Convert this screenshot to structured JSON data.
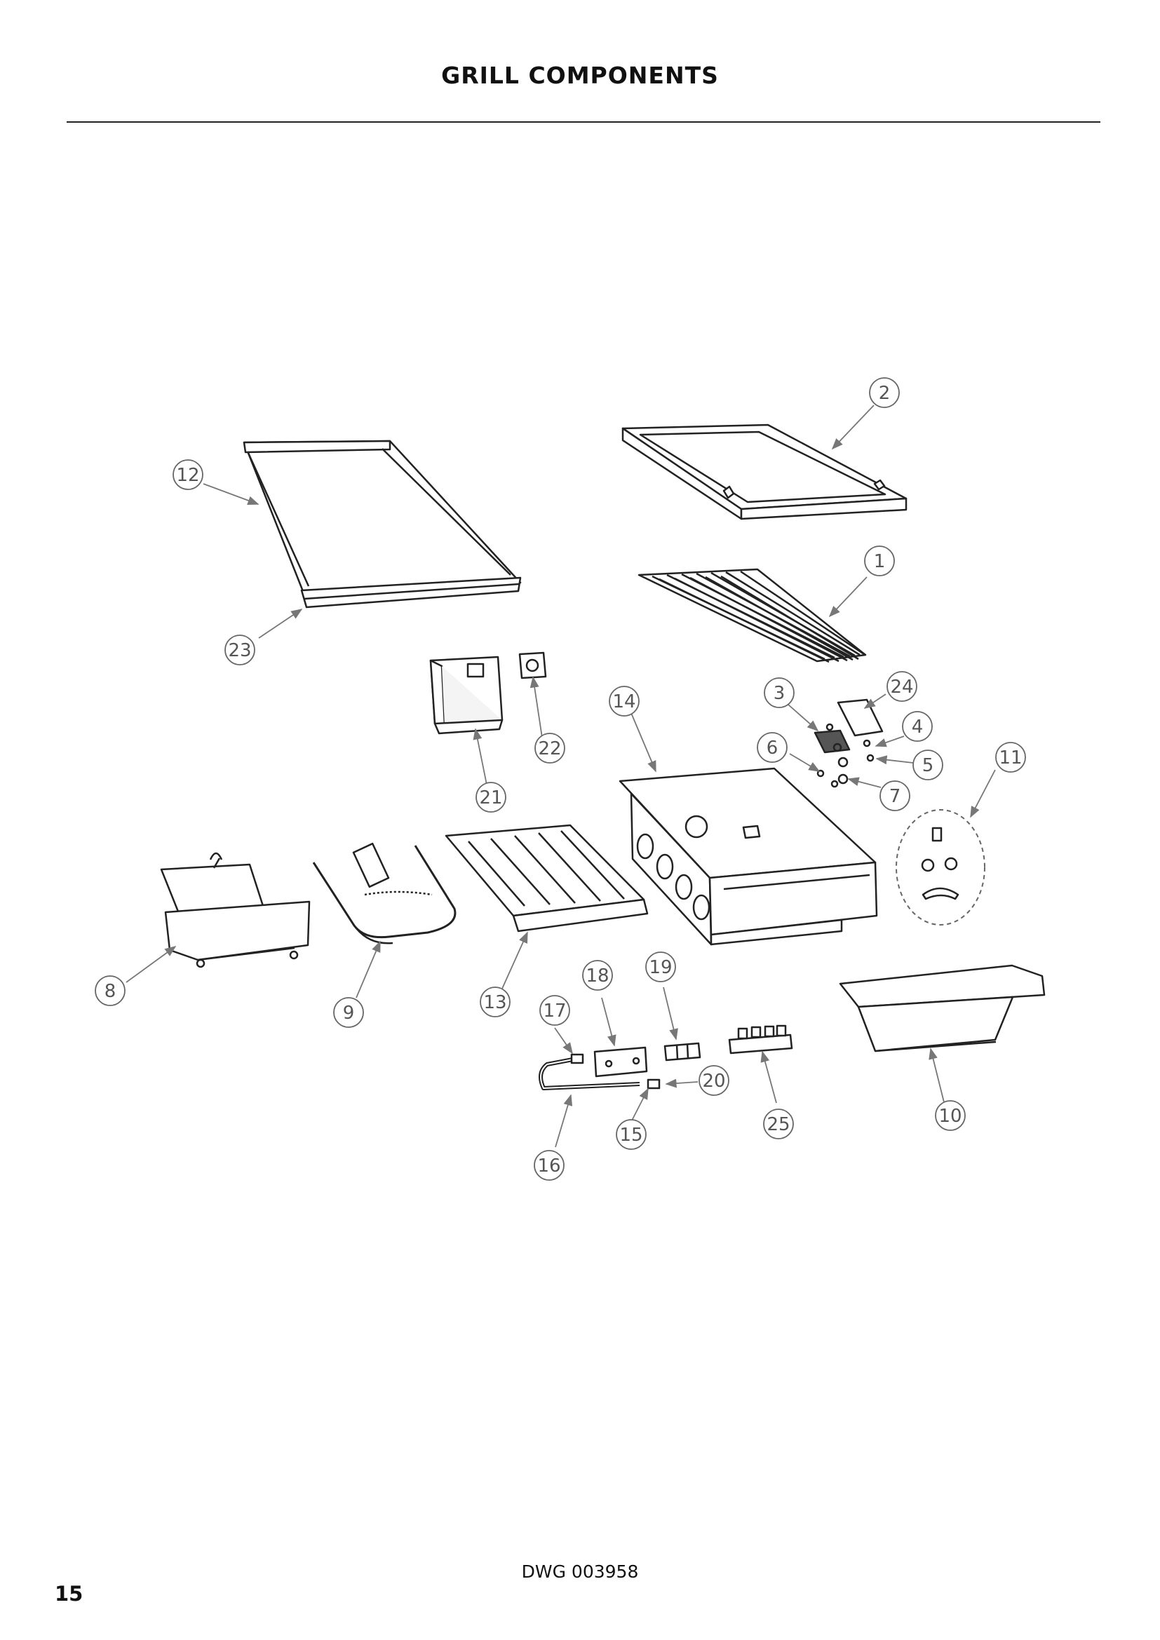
{
  "header": {
    "title": "GRILL COMPONENTS"
  },
  "footer": {
    "drawing_number": "DWG 003958",
    "page_number": "15"
  },
  "callouts": [
    {
      "number": "1",
      "part": "grill-grates"
    },
    {
      "number": "2",
      "part": "grill-frame"
    },
    {
      "number": "3",
      "part": "igniter-module"
    },
    {
      "number": "4",
      "part": "screw"
    },
    {
      "number": "5",
      "part": "screw"
    },
    {
      "number": "6",
      "part": "screw"
    },
    {
      "number": "7",
      "part": "washer"
    },
    {
      "number": "8",
      "part": "burner-bracket"
    },
    {
      "number": "9",
      "part": "burner"
    },
    {
      "number": "10",
      "part": "drip-tray"
    },
    {
      "number": "11",
      "part": "fastener-kit"
    },
    {
      "number": "12",
      "part": "griddle-lid"
    },
    {
      "number": "13",
      "part": "flame-tamer"
    },
    {
      "number": "14",
      "part": "firebox"
    },
    {
      "number": "15",
      "part": "fitting"
    },
    {
      "number": "16",
      "part": "gas-tube"
    },
    {
      "number": "17",
      "part": "elbow-fitting"
    },
    {
      "number": "18",
      "part": "valve"
    },
    {
      "number": "19",
      "part": "bracket"
    },
    {
      "number": "20",
      "part": "fitting"
    },
    {
      "number": "21",
      "part": "heat-shield-box"
    },
    {
      "number": "22",
      "part": "gasket-plate"
    },
    {
      "number": "23",
      "part": "lid-trim"
    },
    {
      "number": "24",
      "part": "igniter-bracket"
    },
    {
      "number": "25",
      "part": "terminal-block"
    }
  ]
}
